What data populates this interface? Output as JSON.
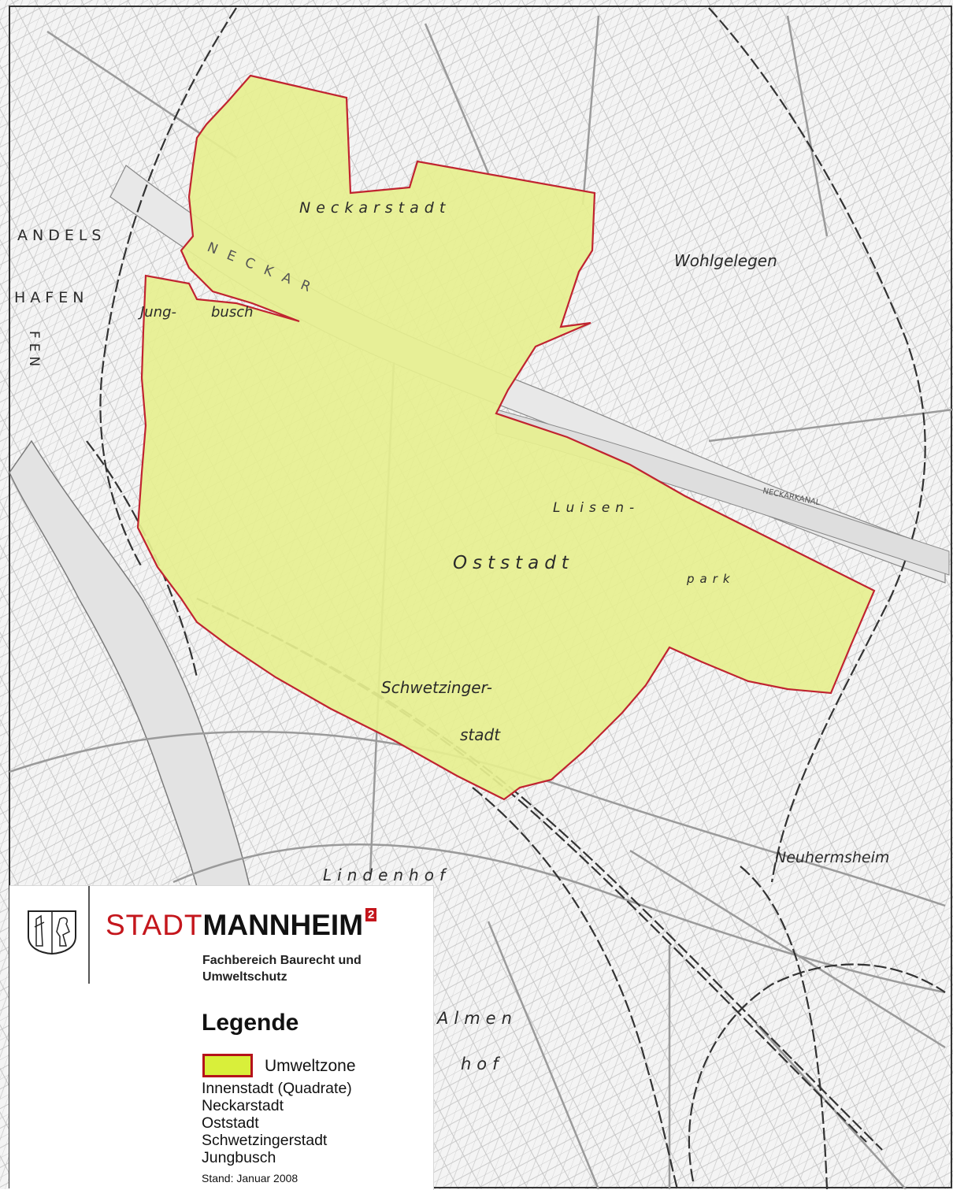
{
  "map": {
    "districts": {
      "neckarstadt": "Neckarstadt",
      "wohlgelegen": "Wohlgelegen",
      "jung": "Jung-",
      "busch": "busch",
      "luisen": "Luisen-",
      "park": "park",
      "oststadt": "Oststadt",
      "schwetzinger": "Schwetzinger-",
      "stadt": "stadt",
      "lindenhof": "Lindenhof",
      "neuhermsheim": "Neuhermsheim",
      "almen": "Almen",
      "hof": "hof"
    },
    "edge_labels": {
      "handels": "ANDELS",
      "hafen": "HAFEN",
      "hafen_vertical": "FEN"
    },
    "water_labels": {
      "neckar": "NECKAR",
      "neckarkanal": "NECKARKANAL"
    },
    "colors": {
      "zone_fill": "#e6ef8f",
      "zone_border": "#c02430",
      "street": "#9a9a9a",
      "railway": "#333333",
      "background": "#f7f7f7"
    }
  },
  "legend": {
    "brand_stadt": "STADT",
    "brand_city": "MANNHEIM",
    "brand_superscript": "2",
    "department_line1": "Fachbereich Baurecht und",
    "department_line2": "Umweltschutz",
    "title": "Legende",
    "zone_label": "Umweltzone",
    "zone_color": "#d9ef3a",
    "zone_border_color": "#b5121b",
    "areas": [
      "Innenstadt (Quadrate)",
      "Neckarstadt",
      "Oststadt",
      "Schwetzingerstadt",
      "Jungbusch"
    ],
    "date": "Stand: Januar 2008"
  }
}
